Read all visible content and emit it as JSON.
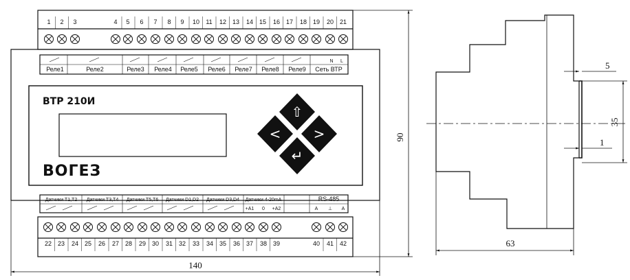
{
  "front": {
    "top_terminals": [
      "1",
      "2",
      "3",
      "4",
      "5",
      "6",
      "7",
      "8",
      "9",
      "10",
      "11",
      "12",
      "13",
      "14",
      "15",
      "16",
      "17",
      "18",
      "19",
      "20",
      "21"
    ],
    "relay_labels": [
      "Реле1",
      "Реле2",
      "Реле3",
      "Реле4",
      "Реле5",
      "Реле6",
      "Реле7",
      "Реле8",
      "Реле9",
      "Сеть ВТР"
    ],
    "mains_marks": [
      "N",
      "L"
    ],
    "model": "ВТР 210И",
    "brand": "ВОГЕЗ",
    "keys": {
      "up": "⇧",
      "left": "<",
      "right": ">",
      "enter": "↵"
    },
    "sensor_labels": [
      "Датчики Т1,Т2",
      "Датчики Т3,Т4",
      "Датчики Т5,Т6",
      "Датчики D1,D2",
      "Датчики D3,D4",
      "Датчики 4-20mA"
    ],
    "analog_marks": [
      "+A1",
      "0",
      "+A2"
    ],
    "rs485": {
      "title": "RS-485",
      "marks": [
        "A",
        "⊥",
        "A"
      ]
    },
    "bottom_terminals": [
      "22",
      "23",
      "24",
      "25",
      "26",
      "27",
      "28",
      "29",
      "30",
      "31",
      "32",
      "33",
      "34",
      "35",
      "36",
      "37",
      "38",
      "39",
      "40",
      "41",
      "42"
    ]
  },
  "dimensions": {
    "width": "140",
    "height": "90",
    "depth": "63",
    "rail": "35",
    "clip": "5",
    "gap": "1"
  }
}
